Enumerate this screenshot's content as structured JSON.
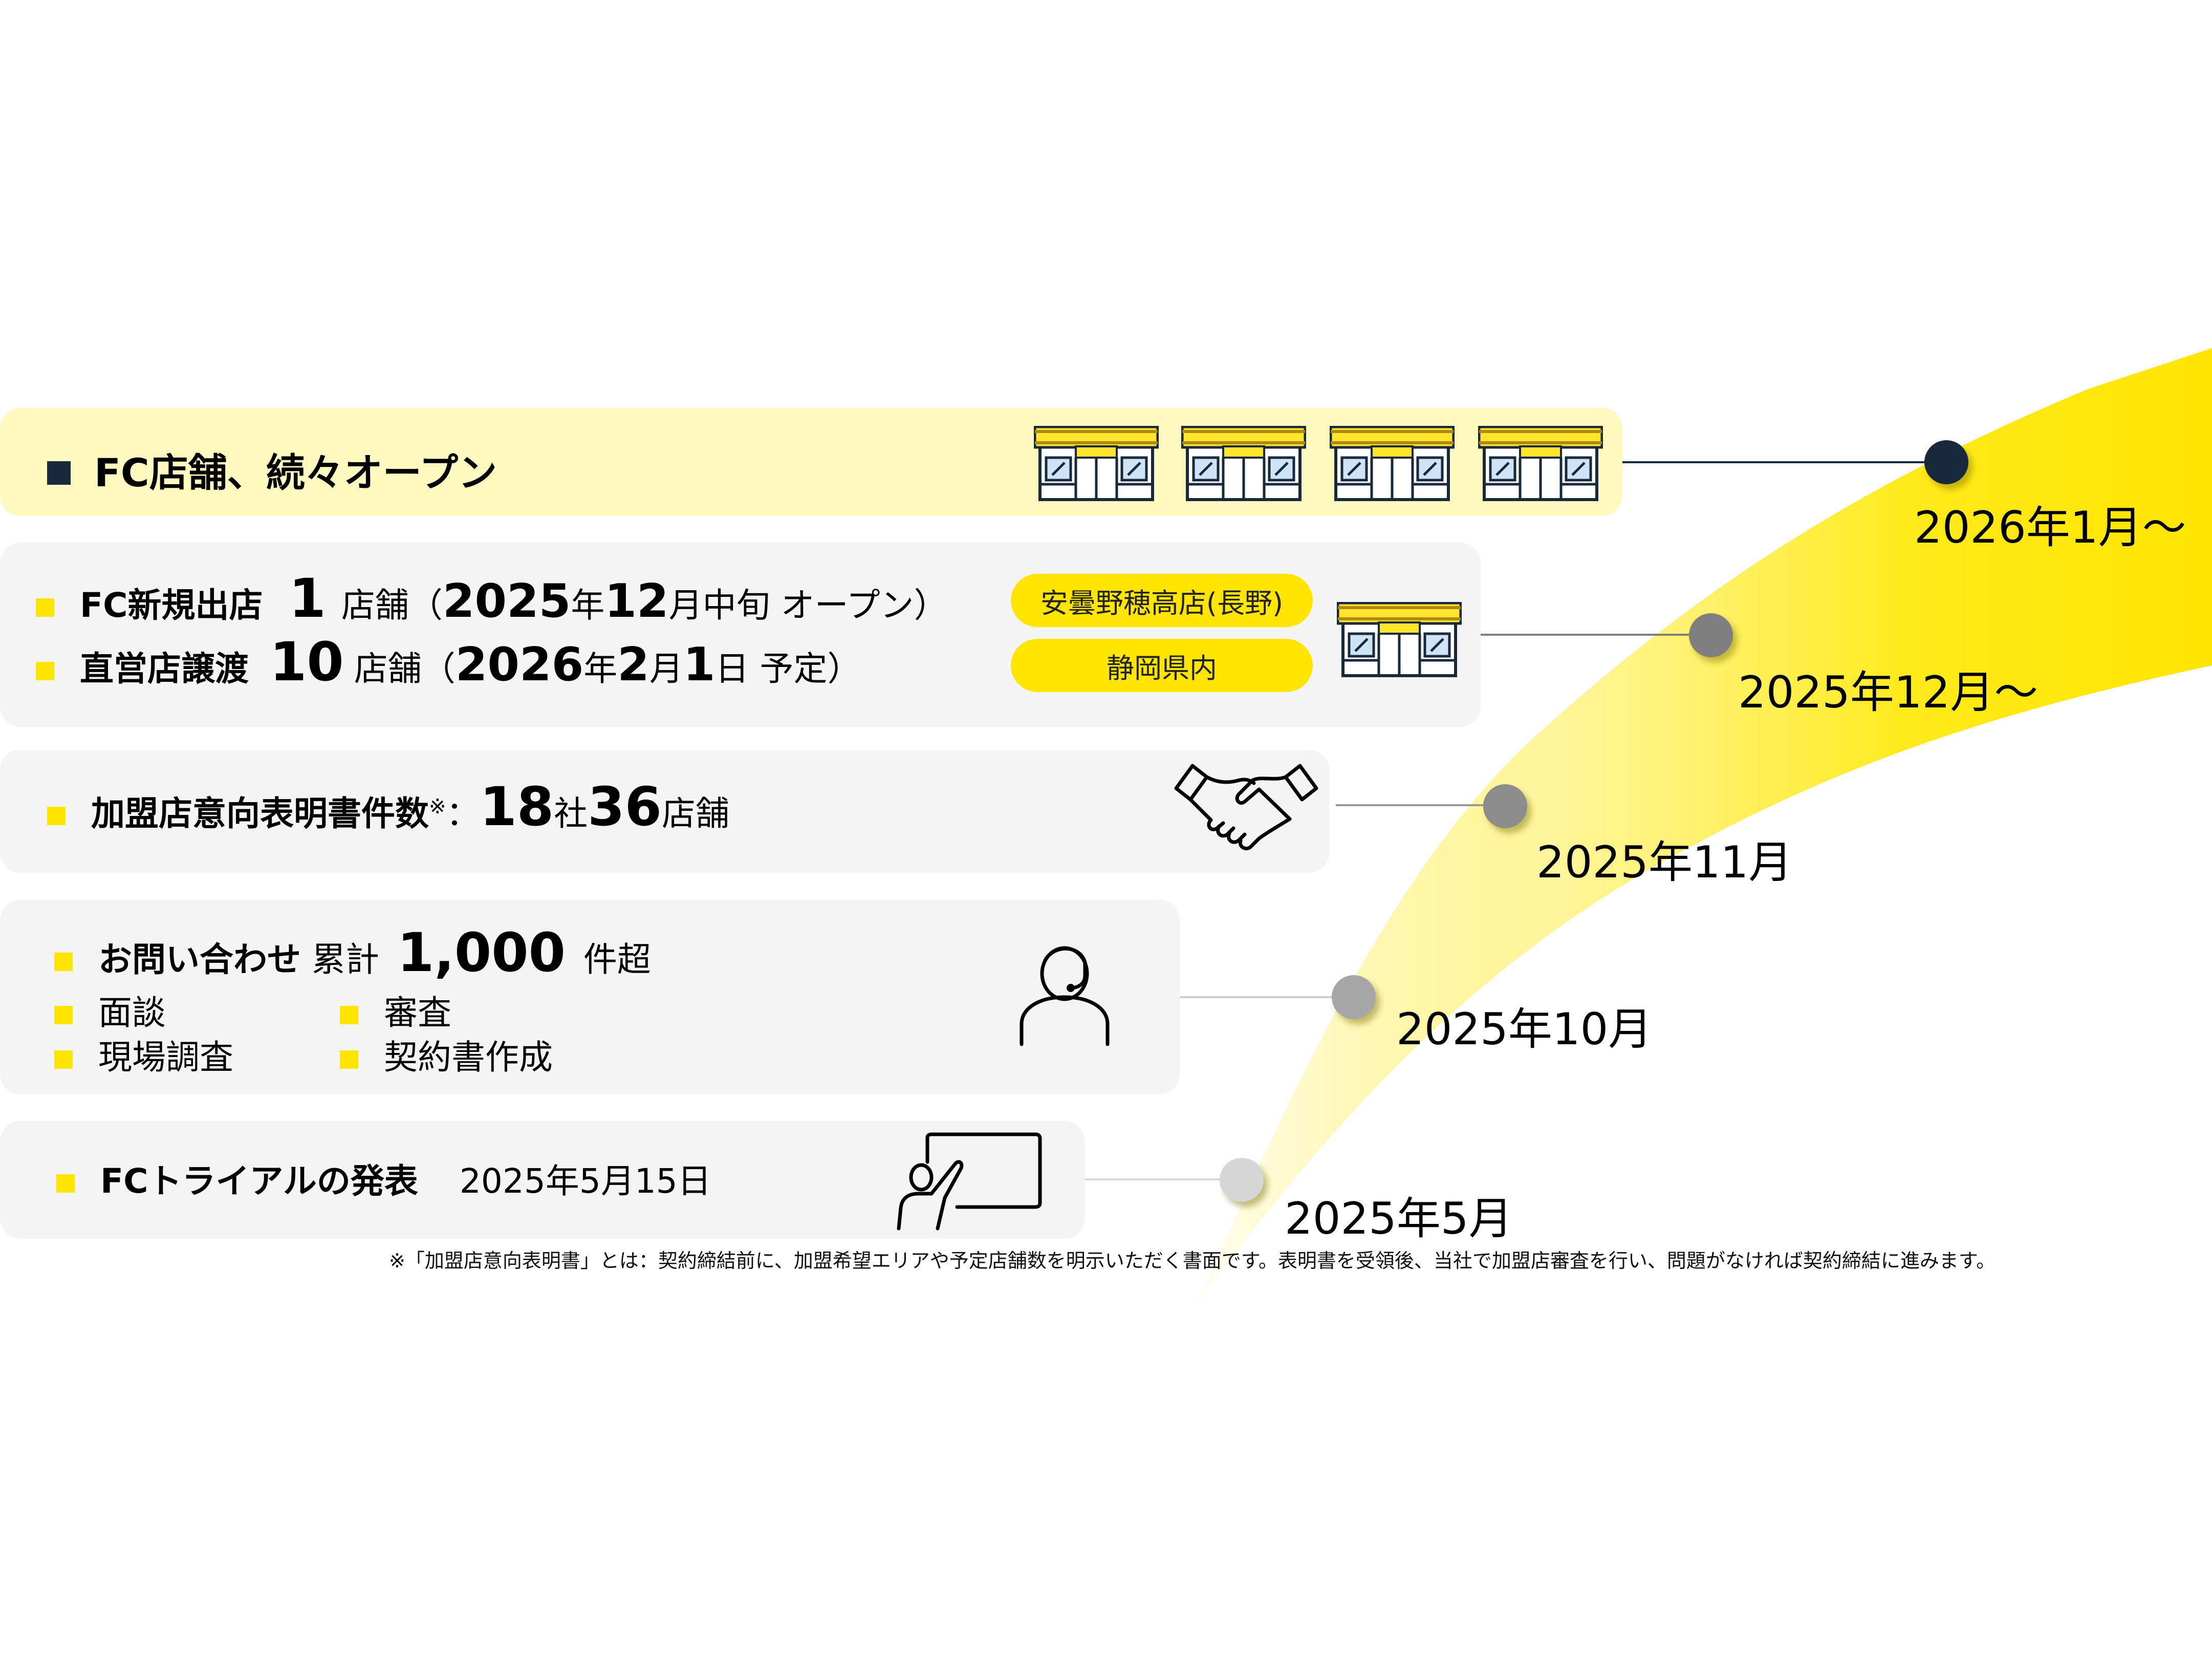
{
  "colors": {
    "accent_yellow": "#ffe500",
    "highlight_bg": "#fdf9bf",
    "card_bg": "#f4f4f5",
    "navy": "#17293a",
    "gray_dot_1": "#7f7f7f",
    "gray_dot_2": "#8c8c8c",
    "gray_dot_3": "#a6a6a6",
    "gray_dot_4": "#d6d6d6"
  },
  "milestones": [
    {
      "id": "fc-open",
      "date": "2026年1月～",
      "title": "FC店舗、続々オープン",
      "icon": "store-icon-x4"
    },
    {
      "id": "new-and-transfer",
      "date": "2025年12月～",
      "lines": [
        {
          "label": "FC新規出店",
          "count": "1",
          "unit": "店舗",
          "paren_open": "（",
          "detail_year": "2025",
          "detail_y": "年",
          "detail_month": "12",
          "detail_m": "月中旬 オープン",
          "paren_close": "）",
          "tag": "安曇野穂高店(長野)"
        },
        {
          "label": "直営店譲渡",
          "count": "10",
          "unit": "店舗",
          "paren_open": "（",
          "detail_year": "2026",
          "detail_y": "年",
          "detail_month": "2",
          "detail_m": "月",
          "detail_day": "1",
          "detail_d": "日 予定",
          "paren_close": "）",
          "tag": "静岡県内"
        }
      ],
      "icon": "store-icon"
    },
    {
      "id": "loi",
      "date": "2025年11月",
      "label": "加盟店意向表明書件数",
      "note_mark": "※",
      "colon": "：",
      "companies": "18",
      "companies_unit": "社",
      "stores": "36",
      "stores_unit": "店舗",
      "icon": "handshake-icon"
    },
    {
      "id": "inquiries",
      "date": "2025年10月",
      "label": "お問い合わせ",
      "prefix": "累計",
      "count": "1,000",
      "suffix": "件超",
      "sub_items": [
        "面談",
        "審査",
        "現場調査",
        "契約書作成"
      ],
      "icon": "support-agent-icon"
    },
    {
      "id": "trial",
      "date": "2025年5月",
      "label": "FCトライアルの発表",
      "announce_date": "2025年5月15日",
      "icon": "presentation-icon"
    }
  ],
  "footnote": "※「加盟店意向表明書」とは：契約締結前に、加盟希望エリアや予定店舗数を明示いただく書面です。表明書を受領後、当社で加盟店審査を行い、問題がなければ契約締結に進みます。"
}
